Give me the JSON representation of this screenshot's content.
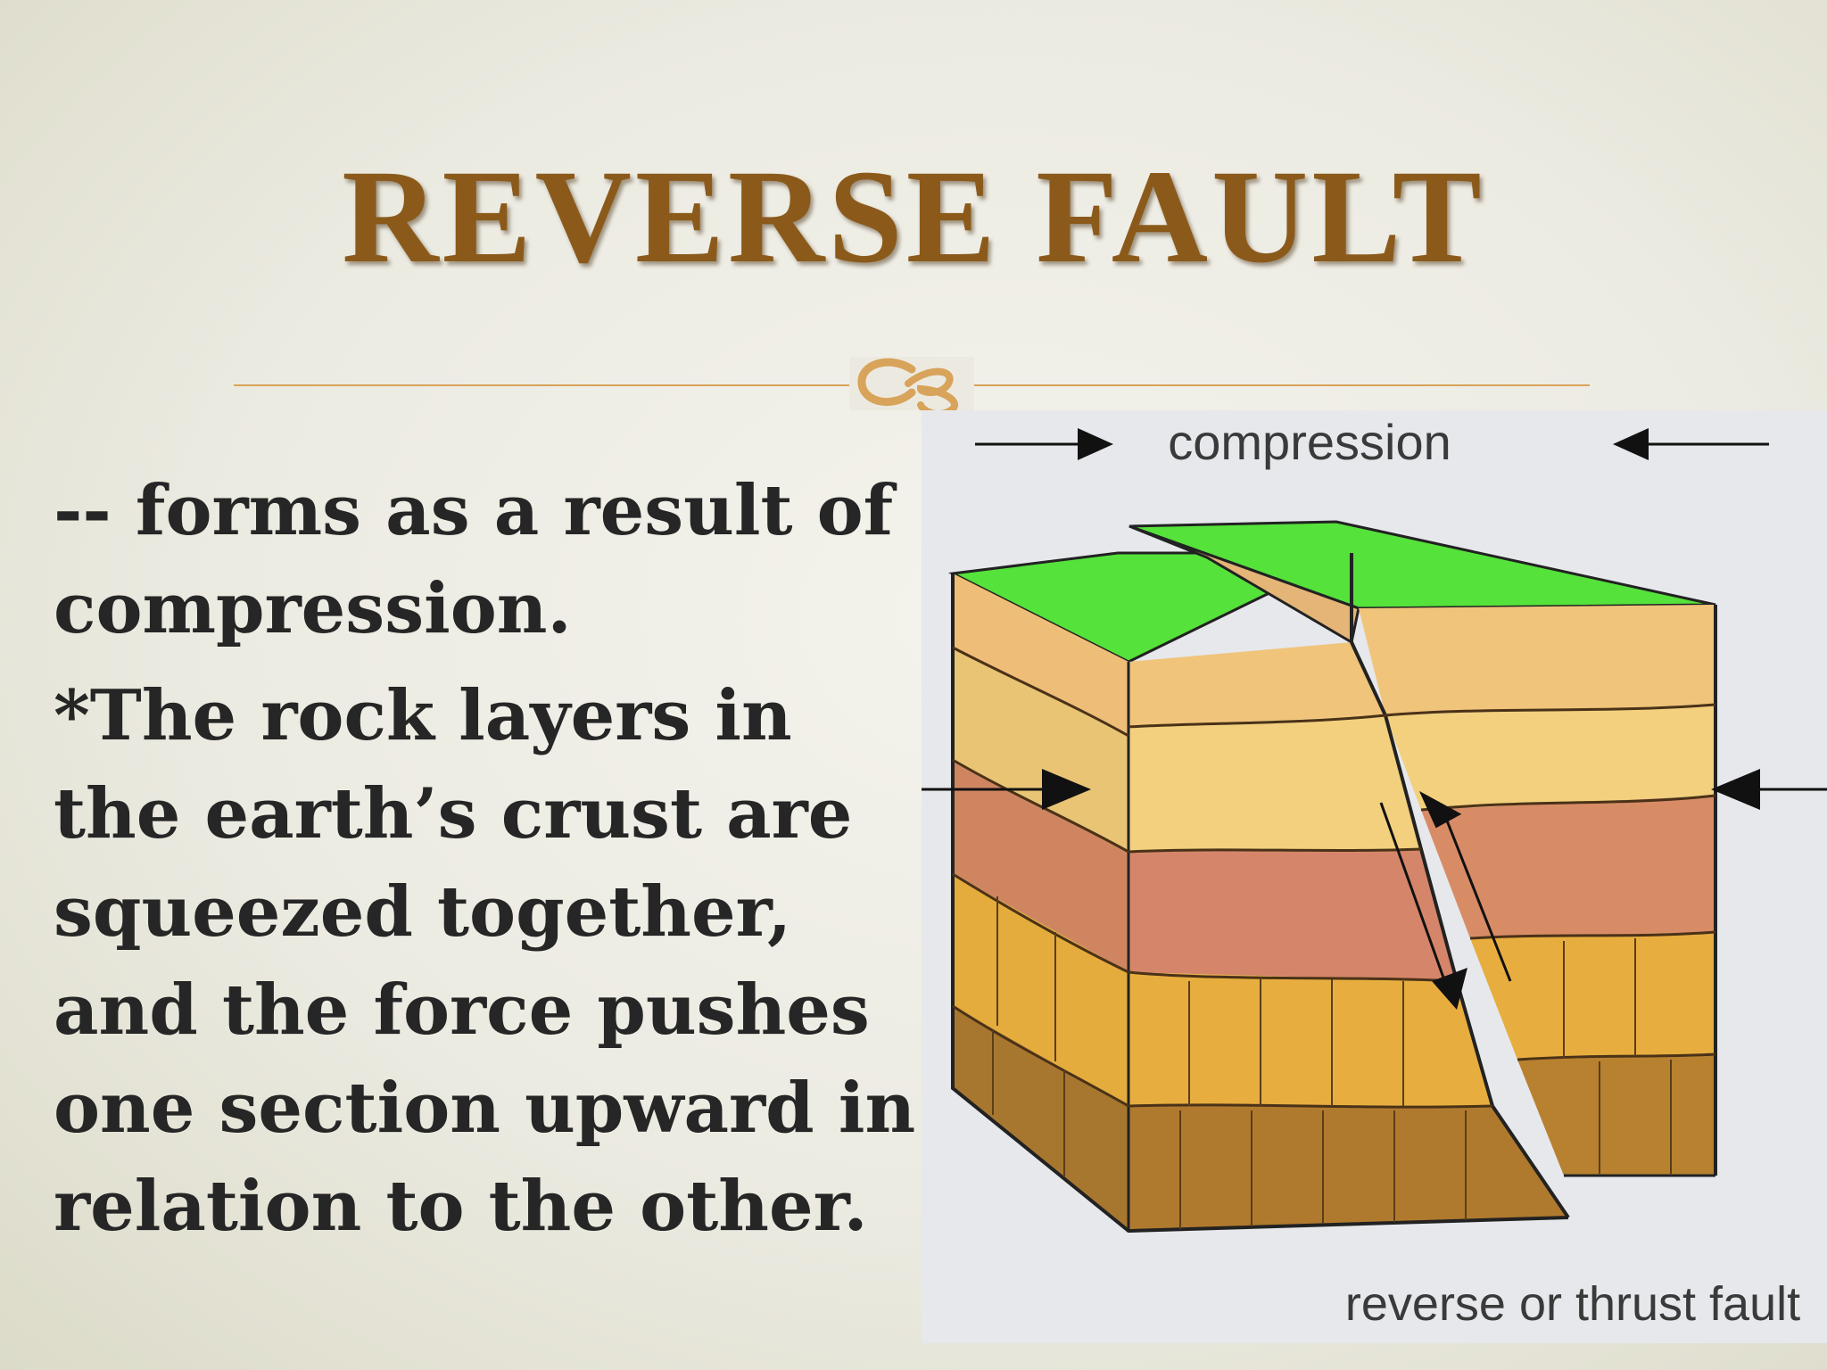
{
  "slide": {
    "title": "REVERSE FAULT",
    "body": [
      "-- forms as a result of compression.",
      "*The rock layers in the earth’s crust are squeezed together, and the force pushes one section upward in relation to the other."
    ]
  },
  "diagram": {
    "top_label": "compression",
    "bottom_label": "reverse or thrust fault"
  },
  "colors": {
    "title": "#8b5a1b",
    "accent": "#d8a35a",
    "grass": "#54e23a",
    "text": "#262626"
  },
  "icons": [
    "ornament-divider-icon",
    "arrow-right-icon",
    "arrow-left-icon",
    "arrow-up-icon",
    "arrow-down-icon"
  ]
}
